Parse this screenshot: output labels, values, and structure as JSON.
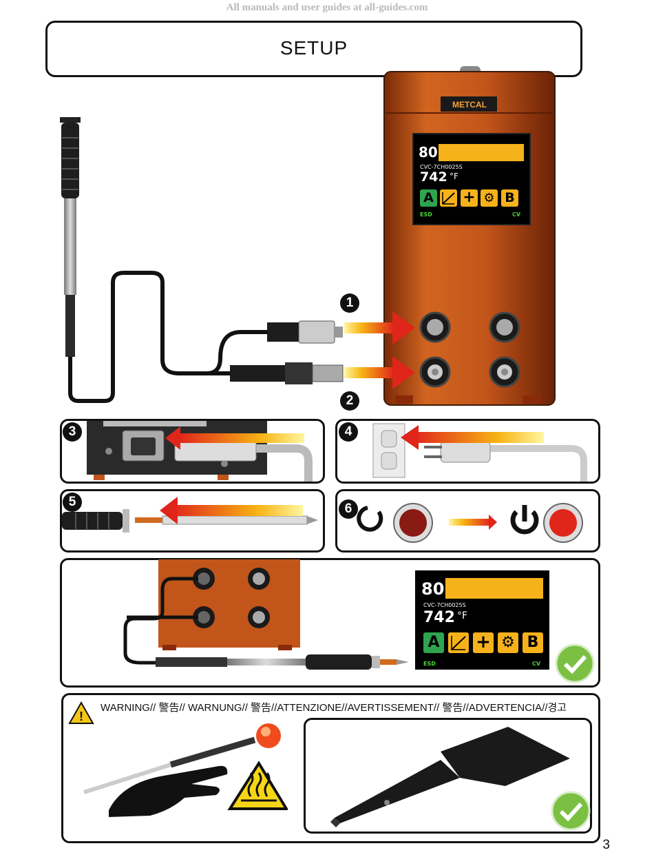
{
  "watermark": "All manuals and user guides at all-guides.com",
  "title": "SETUP",
  "device": {
    "brand": "METCAL",
    "display": {
      "power": "80",
      "tip": "CVC-7CH0025S",
      "temperature": "742",
      "unit": "°F",
      "btn_a": "A",
      "btn_plus": "+",
      "btn_b": "B",
      "label_left": "ESD",
      "label_right": "CV"
    }
  },
  "steps": {
    "s1": "1",
    "s2": "2",
    "s3": "3",
    "s4": "4",
    "s5": "5",
    "s6": "6"
  },
  "warning_text": "WARNING// 警告// WARNUNG// 警告//ATTENZIONE//AVERTISSEMENT// 警告//ADVERTENCIA//경고",
  "page_number": "3",
  "colors": {
    "housing": "#c2551a",
    "arrow": "#e0251b",
    "check": "#7bc043",
    "lcd_yellow": "#f5b21b"
  }
}
